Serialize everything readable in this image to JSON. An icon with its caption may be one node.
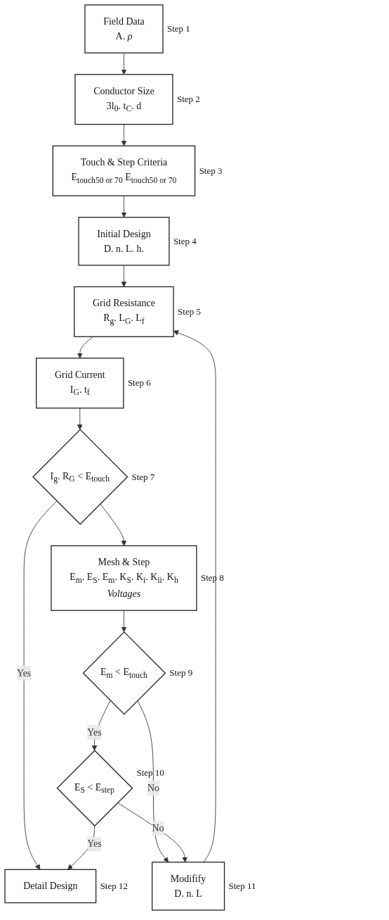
{
  "diagram": {
    "nodes": [
      {
        "text": [
          "Field Data",
          "A. *ρ*"
        ],
        "beside": [
          "Step 1"
        ]
      },
      {
        "text": [
          "Conductor Size",
          "3l$_{0}$. t$_{C}$. d"
        ],
        "beside": [
          "Step 2"
        ]
      },
      {
        "text": [
          "Touch & Step Criteria",
          "E$_{touch50 or 70}$ E$_{touch50 or 70}$"
        ],
        "beside": [
          "Step 3"
        ]
      },
      {
        "text": [
          "Initial Design",
          "D. n. L. h."
        ],
        "beside": [
          "Step 4"
        ]
      },
      {
        "text": [
          "Modifify",
          "D. n. L"
        ],
        "beside": [
          "Step 11"
        ]
      },
      {
        "text": [
          "Grid Resistance",
          "R$_{g}$. L$_{G}$. L$_{f}$"
        ],
        "beside": [
          "Step 5"
        ]
      },
      {
        "text": [
          "Grid Current",
          "I$_{G}$. t$_{f}$"
        ],
        "beside": [
          "Step 6"
        ]
      },
      {
        "text": [
          "I$_{g}$. R$_{G}$ < E$_{touch}$"
        ],
        "beside": [
          "Step 7"
        ]
      },
      {
        "text": [
          "Mesh & Step",
          "E$_{m}$. E$_{S}$. E$_{m}$. K$_{S}$. K$_{i}$. K$_{ii}$. K$_{h}$",
          "*Voltages*"
        ],
        "beside": [
          "Step 8"
        ]
      },
      {
        "text": [
          "E$_{m}$ < E$_{touch}$"
        ],
        "beside": [
          "Step 9"
        ]
      },
      {
        "text": [
          "E$_{S}$ < E$_{step}$"
        ],
        "beside": [
          "Step 10"
        ]
      },
      {
        "text": [
          "Detail Design"
        ],
        "beside": [
          "Step 12"
        ]
      }
    ],
    "edges": [
      {
        "from": 0,
        "to": 1,
        "arrow": "to"
      },
      {
        "from": 1,
        "to": 2,
        "arrow": "to"
      },
      {
        "from": 2,
        "to": 3,
        "arrow": "to"
      },
      {
        "from": 3,
        "to": 5,
        "arrow": "to"
      },
      {
        "from": 4,
        "to": 5,
        "arrow": "to"
      },
      {
        "from": 5,
        "to": 6,
        "arrow": "to"
      },
      {
        "from": 6,
        "to": 7,
        "arrow": "to"
      },
      {
        "from": 7,
        "to": 11,
        "arrow": "to",
        "label": "Yes"
      },
      {
        "from": 7,
        "to": 8,
        "arrow": "to"
      },
      {
        "from": 8,
        "to": 9,
        "arrow": "to"
      },
      {
        "from": 9,
        "to": 4,
        "arrow": "to",
        "label": "No"
      },
      {
        "from": 9,
        "to": 10,
        "arrow": "to",
        "label": "Yes"
      },
      {
        "from": 10,
        "to": 4,
        "arrow": "to",
        "label": "No"
      },
      {
        "from": 10,
        "to": 11,
        "arrow": "to",
        "label": "Yes"
      }
    ]
  }
}
